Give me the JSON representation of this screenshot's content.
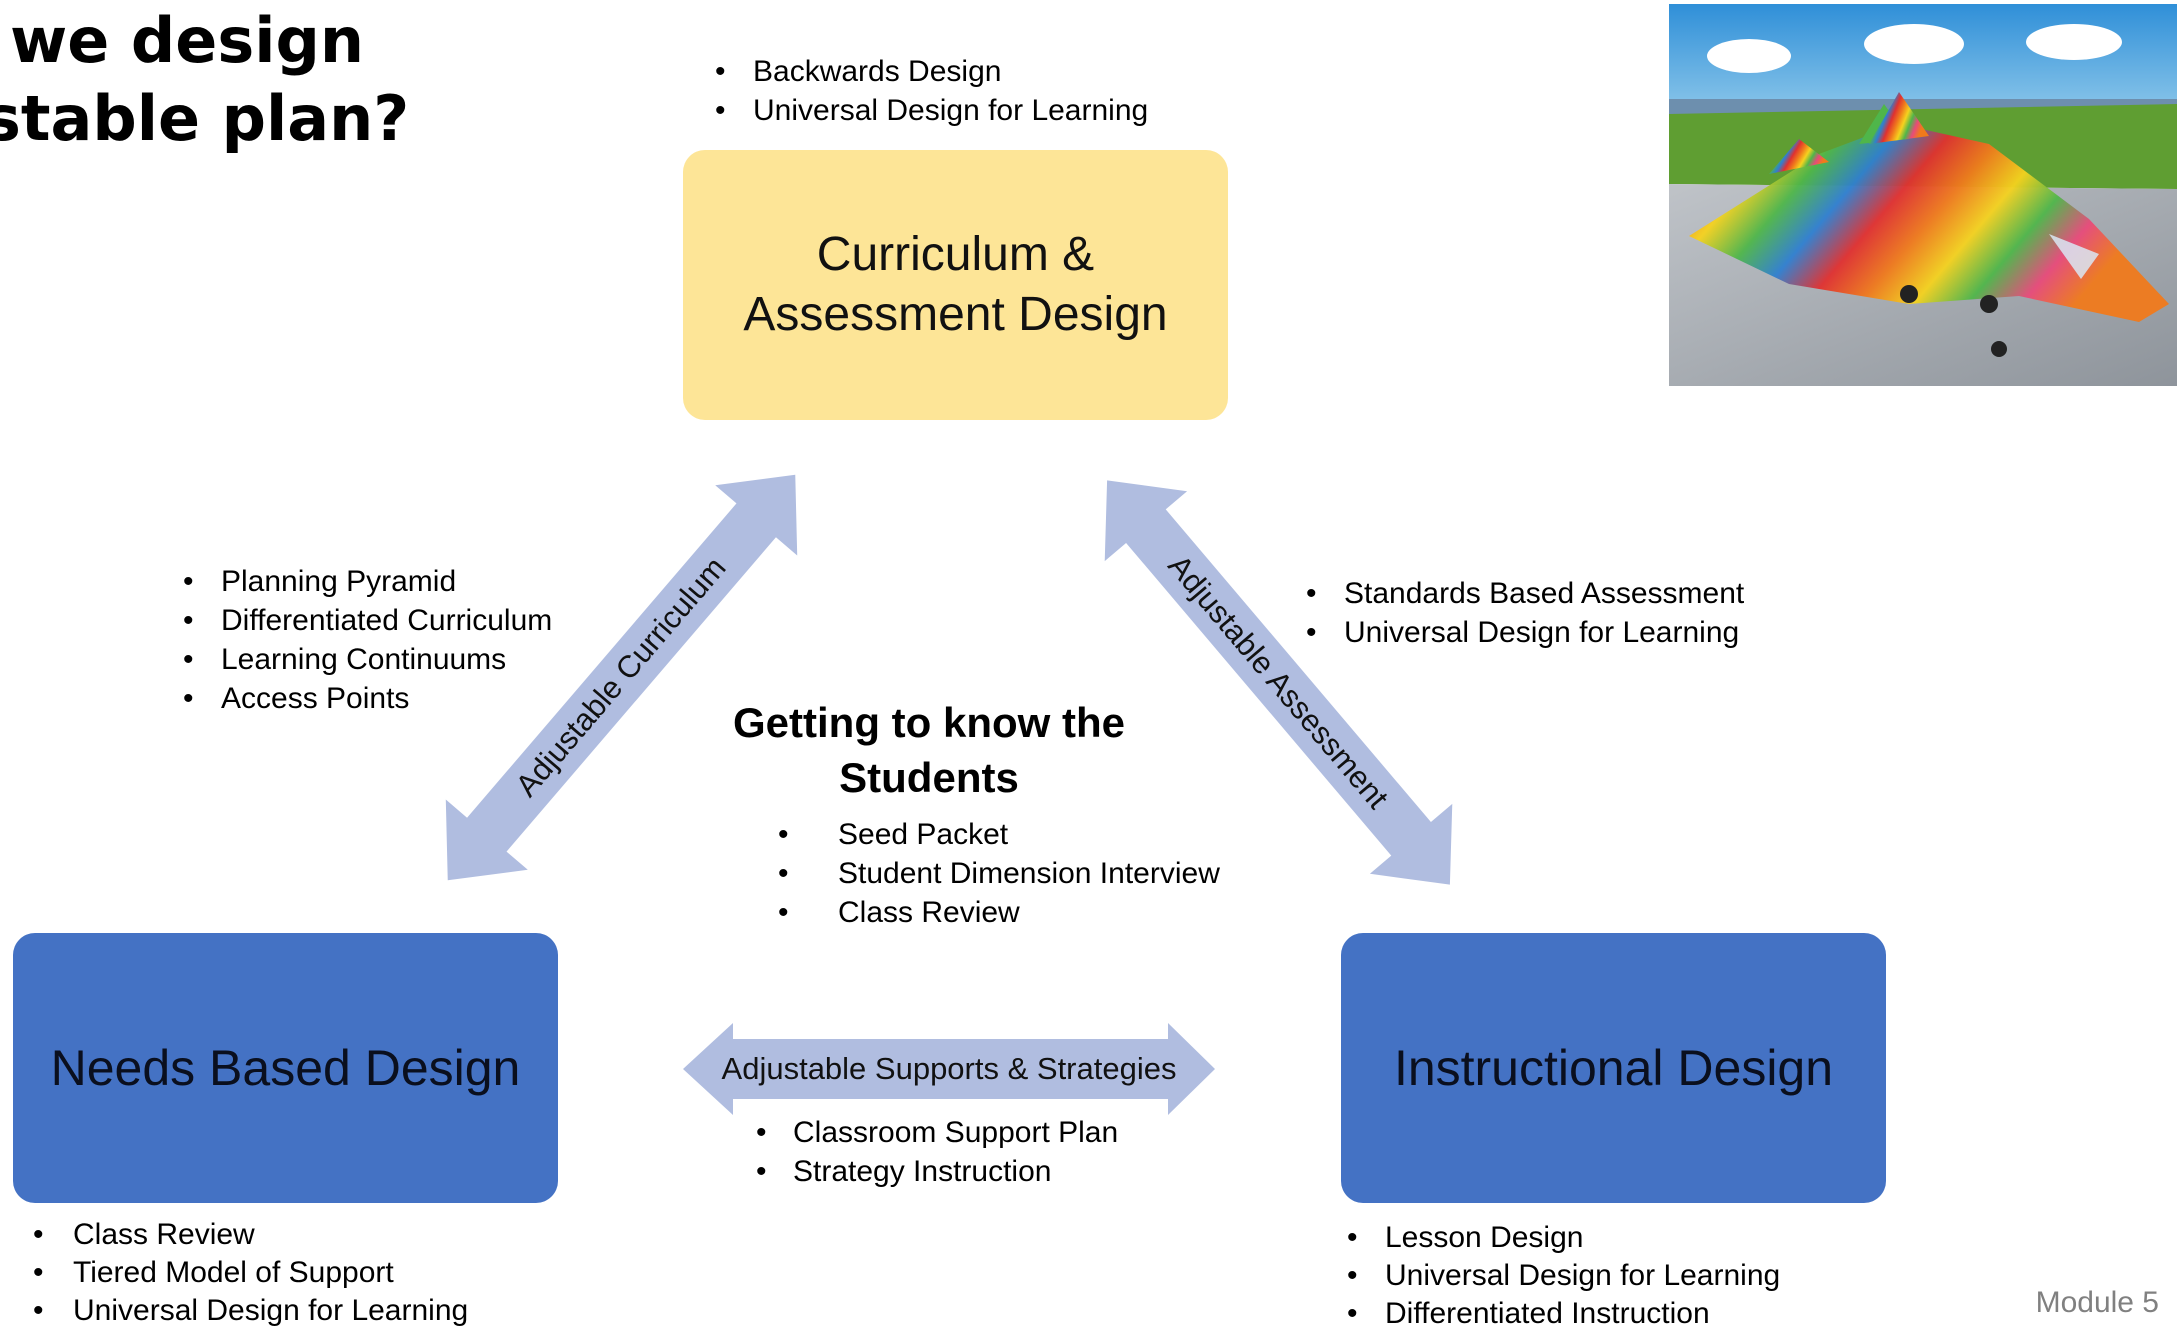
{
  "title": {
    "line1": "we design",
    "line2": "stable plan?"
  },
  "boxes": {
    "curriculum": {
      "line1": "Curriculum &",
      "line2": "Assessment Design"
    },
    "needs": "Needs Based Design",
    "instructional": "Instructional Design"
  },
  "top_list": [
    "Backwards Design",
    "Universal Design for Learning"
  ],
  "left_list": [
    "Planning Pyramid",
    "Differentiated Curriculum",
    "Learning Continuums",
    "Access Points"
  ],
  "right_list": [
    "Standards Based Assessment",
    "Universal Design for Learning"
  ],
  "center": {
    "title_line1": "Getting to know the",
    "title_line2": "Students",
    "items": [
      "Seed Packet",
      "Student Dimension Interview",
      "Class Review"
    ]
  },
  "arrows": {
    "left": "Adjustable Curriculum",
    "right": "Adjustable Assessment",
    "bottom": "Adjustable Supports & Strategies"
  },
  "bottom_center_list": [
    "Classroom Support Plan",
    "Strategy Instruction"
  ],
  "bottom_left_list": [
    "Class Review",
    "Tiered Model of Support",
    "Universal Design for Learning"
  ],
  "bottom_right_list": [
    "Lesson Design",
    "Universal Design for Learning",
    "Differentiated Instruction"
  ],
  "footer": "Module 5",
  "colors": {
    "yellow_box": "#fde597",
    "blue_box": "#4472c4",
    "arrow": "#b0bde0"
  },
  "image": {
    "subject": "rainbow-striped model jet airplane"
  }
}
